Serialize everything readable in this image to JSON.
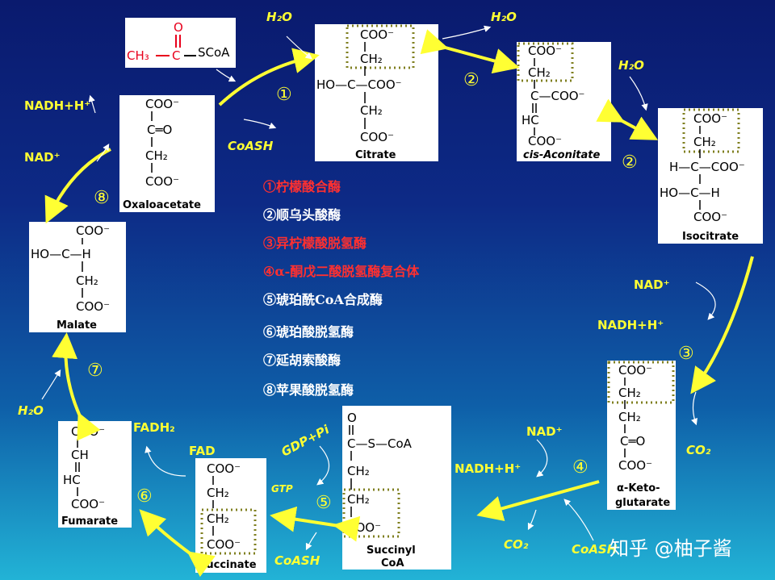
{
  "enzymes": [
    {
      "text": "①柠檬酸合酶",
      "color": "#ff3030"
    },
    {
      "text": "②顺乌头酸酶",
      "color": "#ffffff"
    },
    {
      "text": "③异柠檬酸脱氢酶",
      "color": "#ff3030"
    },
    {
      "text": "④α-酮戊二酸脱氢酶复合体",
      "color": "#ff3030"
    },
    {
      "text": "⑤琥珀酰CoA合成酶",
      "color": "#ffffff"
    },
    {
      "text": "⑥琥珀酸脱氢酶",
      "color": "#ffffff"
    },
    {
      "text": "⑦延胡索酸酶",
      "color": "#ffffff"
    },
    {
      "text": "⑧苹果酸脱氢酶",
      "color": "#ffffff"
    }
  ],
  "molecules": {
    "acetyl_coa": {
      "o": "O",
      "ch3": "CH₃",
      "c": "C",
      "scoa": "SCoA"
    },
    "citrate": {
      "lines": [
        "COO⁻",
        "CH₂",
        "HO—C—COO⁻",
        "CH₂",
        "COO⁻"
      ],
      "name": "Citrate"
    },
    "cis_aconitate": {
      "lines": [
        "COO⁻",
        "CH₂",
        "C—COO⁻",
        "HC",
        "COO⁻"
      ],
      "name": "cis-Aconitate"
    },
    "isocitrate": {
      "lines": [
        "COO⁻",
        "CH₂",
        "H—C—COO⁻",
        "HO—C—H",
        "COO⁻"
      ],
      "name": "Isocitrate"
    },
    "alpha_ketoglutarate": {
      "lines": [
        "COO⁻",
        "CH₂",
        "CH₂",
        "C═O",
        "COO⁻"
      ],
      "name1": "α-Keto-",
      "name2": "glutarate"
    },
    "succinyl_coa": {
      "lines": [
        "O",
        "C—S—CoA",
        "CH₂",
        "CH₂",
        "COO⁻"
      ],
      "name1": "Succinyl",
      "name2": "CoA"
    },
    "succinate": {
      "lines": [
        "COO⁻",
        "CH₂",
        "CH₂",
        "COO⁻"
      ],
      "name": "Succinate"
    },
    "fumarate": {
      "lines": [
        "COO⁻",
        "CH",
        "HC",
        "COO⁻"
      ],
      "name": "Fumarate"
    },
    "malate": {
      "lines": [
        "COO⁻",
        "HO—C—H",
        "CH₂",
        "COO⁻"
      ],
      "name": "Malate"
    },
    "oxaloacetate": {
      "lines": [
        "COO⁻",
        "C═O",
        "CH₂",
        "COO⁻"
      ],
      "name": "Oxaloacetate"
    }
  },
  "cofactors": {
    "h2o_1": "H₂O",
    "h2o_2": "H₂O",
    "h2o_3": "H₂O",
    "h2o_4": "H₂O",
    "coash_1": "CoASH",
    "coash_2": "CoASH",
    "coash_3": "CoASH",
    "nad_1": "NAD⁺",
    "nadh_1": "NADH+H⁺",
    "nad_2": "NAD⁺",
    "nadh_2": "NADH+H⁺",
    "nad_3": "NAD⁺",
    "nadh_3": "NADH+H⁺",
    "co2_1": "CO₂",
    "co2_2": "CO₂",
    "gdp": "GDP+Pi",
    "gtp": "GTP",
    "fad": "FAD",
    "fadh2": "FADH₂"
  },
  "steps": [
    "①",
    "②",
    "②",
    "③",
    "④",
    "⑤",
    "⑥",
    "⑦",
    "⑧"
  ],
  "watermark": "知乎 @柚子酱",
  "colors": {
    "arrow": "#ffff33",
    "dots": "#7f7f1f",
    "red": "#e8001c"
  }
}
